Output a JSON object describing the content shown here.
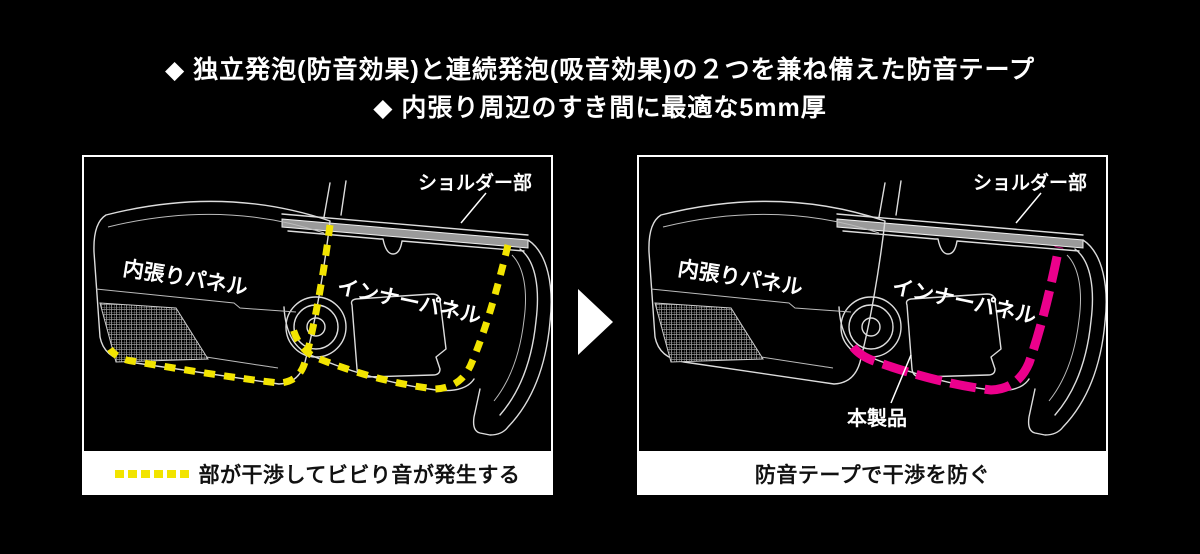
{
  "page": {
    "background": "#000000"
  },
  "header": {
    "bullet1": "◆ 独立発泡(防音効果)と連続発泡(吸音効果)の２つを兼ね備えた防音テープ",
    "bullet2": "◆ 内張り周辺のすき間に最適な5mm厚"
  },
  "colors": {
    "background": "#000000",
    "line_art": "#dddddd",
    "panel_border": "#ffffff",
    "interference_yellow": "#f2e400",
    "product_pink": "#ec008c",
    "caption_bg": "#ffffff",
    "caption_text": "#111111",
    "shoulder_strip_gray": "#9a9a9a"
  },
  "before_panel": {
    "labels": {
      "shoulder": "ショルダー部",
      "trim": "内張りパネル",
      "inner": "インナーパネル"
    },
    "legend_icon": "yellow-dashed-line",
    "caption": "部が干渉してビビり音が発生する"
  },
  "after_panel": {
    "labels": {
      "shoulder": "ショルダー部",
      "trim": "内張りパネル",
      "inner": "インナーパネル",
      "product": "本製品"
    },
    "caption": "防音テープで干渉を防ぐ"
  },
  "arrow_icon": "right-arrow"
}
